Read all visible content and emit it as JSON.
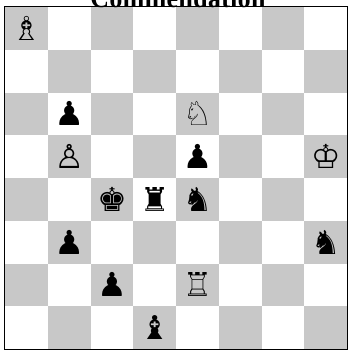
{
  "caption": "Commendation",
  "colors": {
    "light_square": "#ffffff",
    "dark_square": "#c8c8c8",
    "piece_ink": "#000000"
  },
  "board": {
    "orientation": "white-bottom",
    "pieces": [
      {
        "square": "a8",
        "piece": "white-bishop",
        "glyph": "♗"
      },
      {
        "square": "b6",
        "piece": "black-pawn",
        "glyph": "♟"
      },
      {
        "square": "e6",
        "piece": "white-knight",
        "glyph": "♘"
      },
      {
        "square": "b5",
        "piece": "white-pawn",
        "glyph": "♙"
      },
      {
        "square": "e5",
        "piece": "black-pawn",
        "glyph": "♟"
      },
      {
        "square": "h5",
        "piece": "white-king",
        "glyph": "♔"
      },
      {
        "square": "c4",
        "piece": "black-king",
        "glyph": "♚"
      },
      {
        "square": "d4",
        "piece": "black-rook",
        "glyph": "♜"
      },
      {
        "square": "e4",
        "piece": "black-knight",
        "glyph": "♞"
      },
      {
        "square": "b3",
        "piece": "black-pawn",
        "glyph": "♟"
      },
      {
        "square": "h3",
        "piece": "black-knight",
        "glyph": "♞"
      },
      {
        "square": "c2",
        "piece": "black-pawn",
        "glyph": "♟"
      },
      {
        "square": "e2",
        "piece": "white-rook",
        "glyph": "♖"
      },
      {
        "square": "d1",
        "piece": "black-bishop",
        "glyph": "♝"
      }
    ]
  }
}
